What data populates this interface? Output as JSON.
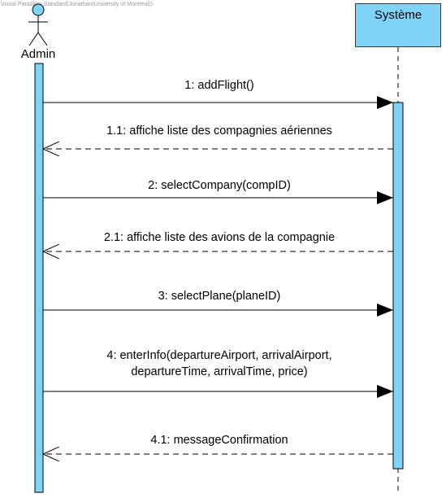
{
  "watermark": "Visual Paradigm Standard(Jonathan(University of Montreal))",
  "actor": {
    "name": "Admin"
  },
  "participant": {
    "name": "Système"
  },
  "colors": {
    "lifeline_fill": "#7fd3f7",
    "stroke": "#000000"
  },
  "messages": [
    {
      "label": "1: addFlight()",
      "kind": "call"
    },
    {
      "label": "1.1: affiche liste des compagnies aériennes",
      "kind": "return"
    },
    {
      "label": "2: selectCompany(compID)",
      "kind": "call"
    },
    {
      "label": "2.1: affiche liste des avions de la compagnie",
      "kind": "return"
    },
    {
      "label": "3: selectPlane(planeID)",
      "kind": "call"
    },
    {
      "label": "4: enterInfo(departureAirport, arrivalAirport,",
      "label2": "departureTime, arrivalTime, price)",
      "kind": "call"
    },
    {
      "label": "4.1: messageConfirmation",
      "kind": "return"
    }
  ]
}
